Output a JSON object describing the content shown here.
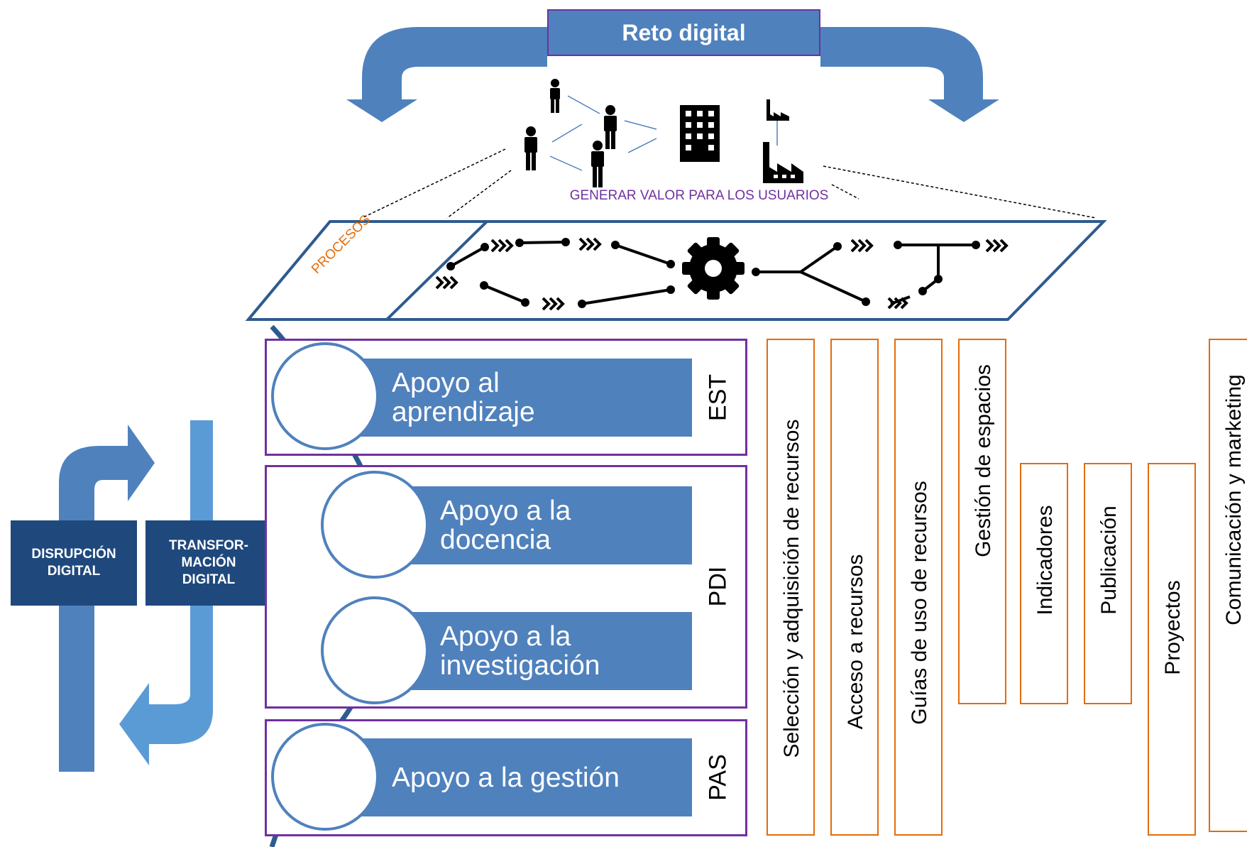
{
  "top": {
    "title": "Reto digital",
    "subtitle": "GENERAR VALOR PARA LOS USUARIOS"
  },
  "processes": {
    "label": "PROCESOS"
  },
  "groups": [
    {
      "code": "EST",
      "items": [
        "Apoyo al\naprendizaje"
      ]
    },
    {
      "code": "PDI",
      "items": [
        "Apoyo a la\ndocencia",
        "Apoyo a la\ninvestigación"
      ]
    },
    {
      "code": "PAS",
      "items": [
        "Apoyo a la gestión"
      ]
    }
  ],
  "left": {
    "disruption": "DISRUPCIÓN\nDIGITAL",
    "transformation": "TRANSFOR-\nMACIÓN\nDIGITAL"
  },
  "columns": [
    "Selección y adquisición de recursos",
    "Acceso a recursos",
    "Guías de uso de recursos",
    "Gestión de espacios",
    "Indicadores",
    "Publicación",
    "Proyectos",
    "Comunicación y marketing"
  ],
  "colors": {
    "band": "#4f81bd",
    "group_border": "#7030a0",
    "column_border": "#e36c09",
    "dark": "#1f497d",
    "light_arrow": "#5b9bd5"
  }
}
